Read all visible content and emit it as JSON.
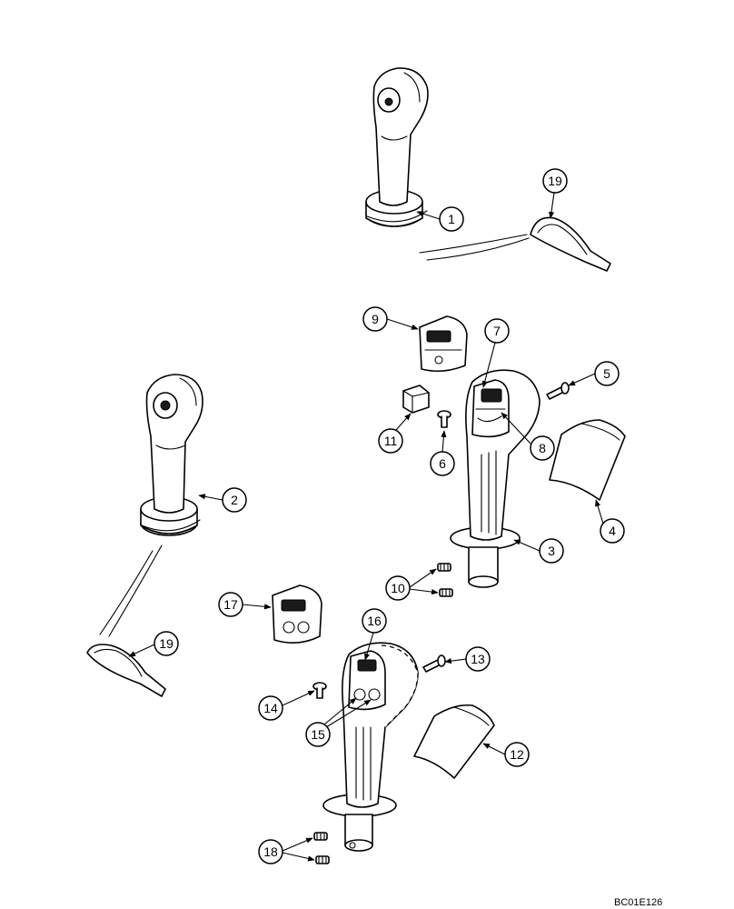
{
  "diagram": {
    "reference_code": "BC01E126",
    "callouts": [
      "1",
      "2",
      "3",
      "4",
      "5",
      "6",
      "7",
      "8",
      "9",
      "10",
      "11",
      "12",
      "13",
      "14",
      "15",
      "16",
      "17",
      "18",
      "19",
      "19"
    ]
  }
}
